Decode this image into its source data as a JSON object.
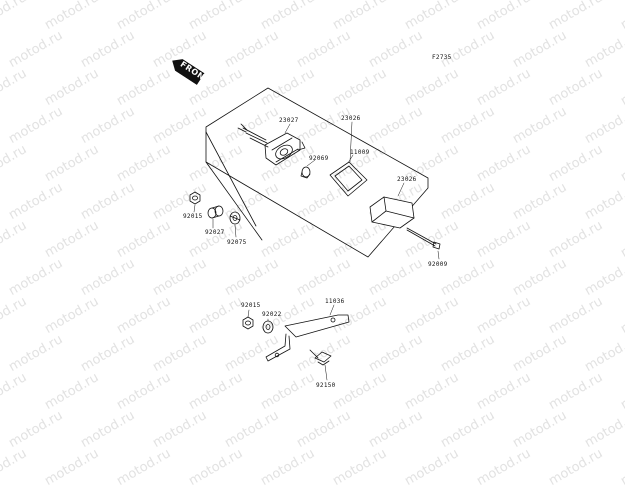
{
  "diagram": {
    "code": "F2735",
    "front_label": "FRONT",
    "watermark_text": "motod.ru",
    "parts": [
      {
        "number": "23027"
      },
      {
        "number": "23026"
      },
      {
        "number": "92069"
      },
      {
        "number": "11009"
      },
      {
        "number": "23026"
      },
      {
        "number": "92015"
      },
      {
        "number": "92027"
      },
      {
        "number": "92075"
      },
      {
        "number": "92009"
      },
      {
        "number": "92015"
      },
      {
        "number": "92022"
      },
      {
        "number": "11036"
      },
      {
        "number": "92150"
      }
    ]
  },
  "colors": {
    "line": "#111111",
    "watermark": "#e2e2e2",
    "background": "#ffffff"
  }
}
